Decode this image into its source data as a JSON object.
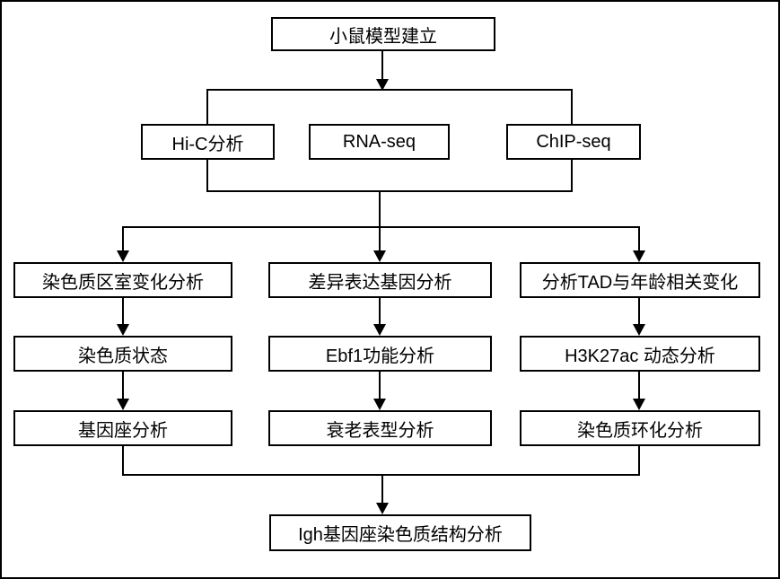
{
  "flowchart": {
    "root": {
      "label": "小鼠模型建立"
    },
    "methods": [
      {
        "label": "Hi-C分析"
      },
      {
        "label": "RNA-seq"
      },
      {
        "label": "ChIP-seq"
      }
    ],
    "columns": [
      {
        "steps": [
          {
            "label": "染色质区室变化分析"
          },
          {
            "label": "染色质状态"
          },
          {
            "label": "基因座分析"
          }
        ]
      },
      {
        "steps": [
          {
            "label": "差异表达基因分析"
          },
          {
            "label": "Ebf1功能分析"
          },
          {
            "label": "衰老表型分析"
          }
        ]
      },
      {
        "steps": [
          {
            "label": "分析TAD与年龄相关变化"
          },
          {
            "label": "H3K27ac 动态分析"
          },
          {
            "label": "染色质环化分析"
          }
        ]
      }
    ],
    "final": {
      "label": "Igh基因座染色质结构分析"
    },
    "edges": [
      "小鼠模型建立 → [Hi-C分析, ChIP-seq]",
      "[Hi-C分析, ChIP-seq] → [染色质区室变化分析, 差异表达基因分析, 分析TAD与年龄相关变化]",
      "染色质区室变化分析 → 染色质状态 → 基因座分析",
      "差异表达基因分析 → Ebf1功能分析 → 衰老表型分析",
      "分析TAD与年龄相关变化 → H3K27ac 动态分析 → 染色质环化分析",
      "[基因座分析, 染色质环化分析] → Igh基因座染色质结构分析"
    ],
    "colors": {
      "line": "#000000",
      "background": "#ffffff",
      "box_fill": "#ffffff",
      "text": "#000000"
    }
  }
}
